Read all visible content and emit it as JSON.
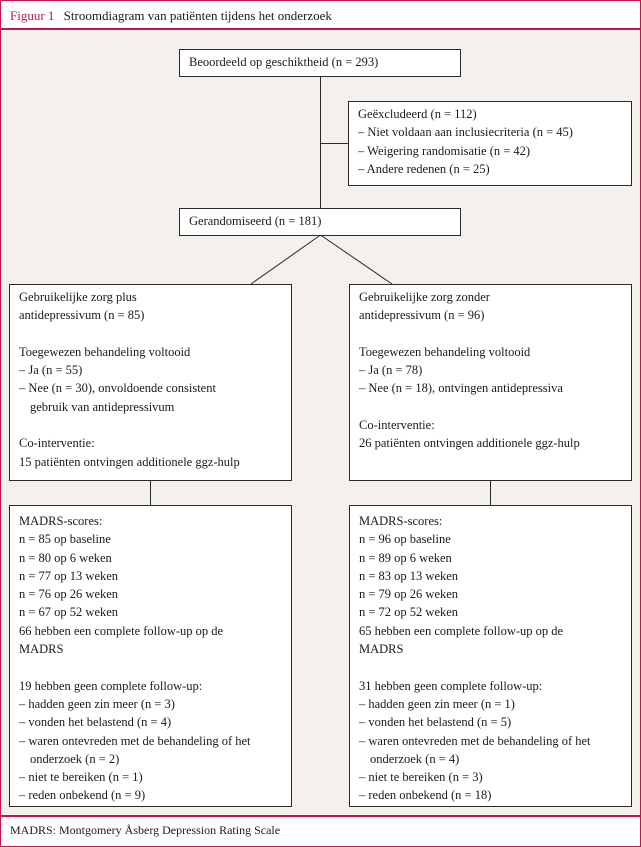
{
  "figure": {
    "label": "Figuur 1",
    "title": "Stroomdiagram van patiënten tijdens het onderzoek"
  },
  "assessed": "Beoordeeld op geschiktheid (n = 293)",
  "excluded": {
    "title": "Geëxcludeerd (n = 112)",
    "items": [
      "– Niet voldaan aan inclusiecriteria (n = 45)",
      "– Weigering randomisatie (n = 42)",
      "– Andere redenen (n = 25)"
    ]
  },
  "randomized": "Gerandomiseerd (n = 181)",
  "left_arm": {
    "title_1": "Gebruikelijke zorg plus",
    "title_2": "antidepressivum (n = 85)",
    "treatment_head": "Toegewezen behandeling voltooid",
    "yes": "– Ja (n = 55)",
    "no_1": "– Nee (n = 30), onvoldoende consistent",
    "no_2": "gebruik van antidepressivum",
    "co_head": "Co-interventie:",
    "co_text": "15 patiënten ontvingen additionele ggz-hulp"
  },
  "right_arm": {
    "title_1": "Gebruikelijke zorg zonder",
    "title_2": "antidepressivum (n = 96)",
    "treatment_head": "Toegewezen behandeling voltooid",
    "yes": "– Ja (n = 78)",
    "no_1": "– Nee (n = 18), ontvingen antidepressiva",
    "co_head": "Co-interventie:",
    "co_text": "26 patiënten ontvingen additionele ggz-hulp"
  },
  "left_followup": {
    "head": "MADRS-scores:",
    "scores": [
      "n = 85 op baseline",
      "n = 80 op 6 weken",
      "n = 77 op 13 weken",
      "n = 76 op 26 weken",
      "n = 67 op 52 weken"
    ],
    "complete_1": "66 hebben een complete follow-up op de",
    "complete_2": "MADRS",
    "incomplete_head": "19 hebben geen complete follow-up:",
    "reasons": [
      "– hadden geen zin meer (n = 3)",
      "– vonden het belastend (n = 4)",
      "– waren ontevreden met de behandeling of het"
    ],
    "reason_cont": "onderzoek (n = 2)",
    "reasons_2": [
      "– niet te bereiken (n = 1)",
      "– reden onbekend (n = 9)"
    ]
  },
  "right_followup": {
    "head": "MADRS-scores:",
    "scores": [
      "n = 96 op baseline",
      "n = 89 op 6 weken",
      "n = 83 op 13 weken",
      "n = 79 op 26 weken",
      "n = 72 op 52 weken"
    ],
    "complete_1": "65 hebben een complete follow-up op de",
    "complete_2": "MADRS",
    "incomplete_head": "31 hebben geen complete follow-up:",
    "reasons": [
      "– hadden geen zin meer (n = 1)",
      "– vonden het belastend (n = 5)",
      "– waren ontevreden met de behandeling of het"
    ],
    "reason_cont": "onderzoek (n = 4)",
    "reasons_2": [
      "– niet te bereiken (n = 3)",
      "– reden onbekend (n = 18)"
    ]
  },
  "footnote": "MADRS: Montgomery Åsberg Depression Rating Scale"
}
